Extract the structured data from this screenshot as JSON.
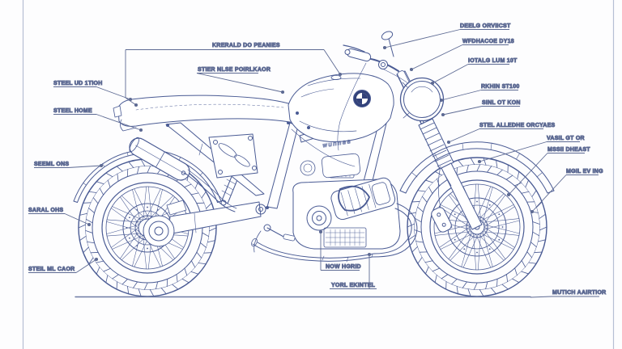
{
  "meta": {
    "type": "technical-blueprint",
    "subject": "motorcycle side view"
  },
  "colors": {
    "background": "#fdfdfe",
    "line": "#4a5b94",
    "label_text": "#44527c",
    "leader": "#5d6a93",
    "border": "#b6bfd4",
    "logo_dark": "#32427a"
  },
  "tank": {
    "marking": "wunnaa",
    "logo": "bmw-roundel"
  },
  "callouts": [
    {
      "id": "steel-ud-ttioh",
      "text": "STEEL UD 1TIOH"
    },
    {
      "id": "steel-home",
      "text": "STEEL HOME"
    },
    {
      "id": "seeml-ons",
      "text": "SEEML ONS"
    },
    {
      "id": "saral-ohs",
      "text": "SARAL OHS"
    },
    {
      "id": "steil-ml-caor",
      "text": "STEIL ML CAOR"
    },
    {
      "id": "krerald-do-peanies",
      "text": "KRERALD DO PEANIES"
    },
    {
      "id": "stier-nlse-poirlkaor",
      "text": "STIER NLSE POIRLKAOR"
    },
    {
      "id": "deelg-orviicst",
      "text": "DEELG ORVIICST"
    },
    {
      "id": "wfdhacoe-dy18",
      "text": "WFDHACOE DY18"
    },
    {
      "id": "iotalg-lum-10t",
      "text": "IOTALG LUM 10T"
    },
    {
      "id": "rkhin-st100",
      "text": "RKHIN ST100"
    },
    {
      "id": "sinl-ot-kon",
      "text": "SINL OT KON"
    },
    {
      "id": "stel-alledhe-orcyaes",
      "text": "STEL ALLEDHE ORCYAES"
    },
    {
      "id": "vasil-gt-or",
      "text": "VASIL GT OR"
    },
    {
      "id": "mssii-dheast",
      "text": "MSSII DHEAST"
    },
    {
      "id": "mgil-ev-ing",
      "text": "MGIL EV ING"
    },
    {
      "id": "mutich-aairtior",
      "text": "MUTICH AAIRTIOR"
    },
    {
      "id": "now-hgrid",
      "text": "NOW HGRID"
    },
    {
      "id": "yorl-ekintel",
      "text": "YORL EKINTEL"
    }
  ]
}
